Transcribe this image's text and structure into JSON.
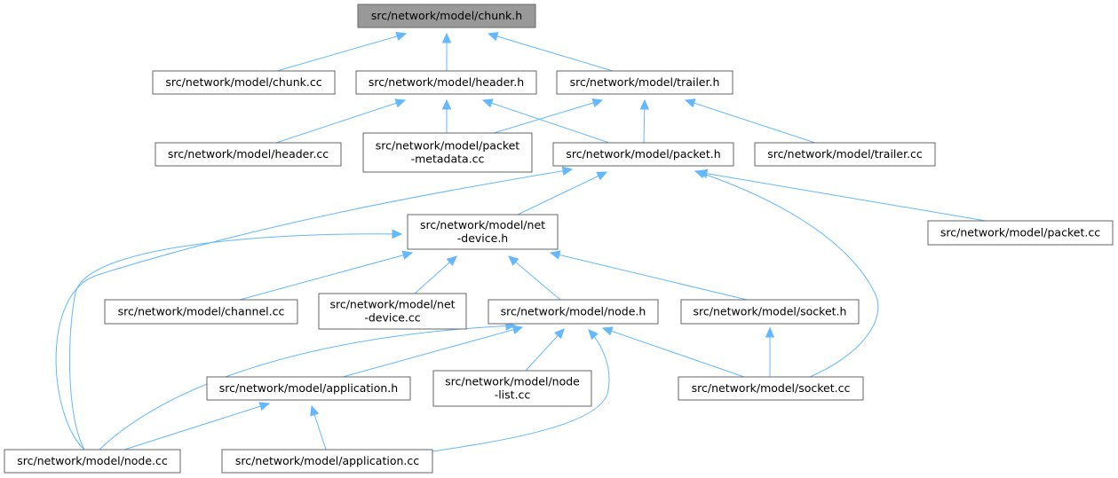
{
  "graph": {
    "nodes": [
      {
        "id": "chunk_h",
        "lines": [
          "src/network/model/chunk.h"
        ],
        "highlight": true
      },
      {
        "id": "chunk_cc",
        "lines": [
          "src/network/model/chunk.cc"
        ]
      },
      {
        "id": "header_h",
        "lines": [
          "src/network/model/header.h"
        ]
      },
      {
        "id": "trailer_h",
        "lines": [
          "src/network/model/trailer.h"
        ]
      },
      {
        "id": "header_cc",
        "lines": [
          "src/network/model/header.cc"
        ]
      },
      {
        "id": "pkt_meta_cc",
        "lines": [
          "src/network/model/packet",
          "-metadata.cc"
        ]
      },
      {
        "id": "packet_h",
        "lines": [
          "src/network/model/packet.h"
        ]
      },
      {
        "id": "trailer_cc",
        "lines": [
          "src/network/model/trailer.cc"
        ]
      },
      {
        "id": "netdev_h",
        "lines": [
          "src/network/model/net",
          "-device.h"
        ]
      },
      {
        "id": "packet_cc",
        "lines": [
          "src/network/model/packet.cc"
        ]
      },
      {
        "id": "channel_cc",
        "lines": [
          "src/network/model/channel.cc"
        ]
      },
      {
        "id": "netdev_cc",
        "lines": [
          "src/network/model/net",
          "-device.cc"
        ]
      },
      {
        "id": "node_h",
        "lines": [
          "src/network/model/node.h"
        ]
      },
      {
        "id": "socket_h",
        "lines": [
          "src/network/model/socket.h"
        ]
      },
      {
        "id": "application_h",
        "lines": [
          "src/network/model/application.h"
        ]
      },
      {
        "id": "nodelist_cc",
        "lines": [
          "src/network/model/node",
          "-list.cc"
        ]
      },
      {
        "id": "socket_cc",
        "lines": [
          "src/network/model/socket.cc"
        ]
      },
      {
        "id": "node_cc",
        "lines": [
          "src/network/model/node.cc"
        ]
      },
      {
        "id": "application_cc",
        "lines": [
          "src/network/model/application.cc"
        ]
      }
    ],
    "edges": [
      {
        "from": "chunk_h",
        "to": "chunk_cc"
      },
      {
        "from": "chunk_h",
        "to": "header_h"
      },
      {
        "from": "chunk_h",
        "to": "trailer_h"
      },
      {
        "from": "header_h",
        "to": "header_cc"
      },
      {
        "from": "header_h",
        "to": "pkt_meta_cc"
      },
      {
        "from": "header_h",
        "to": "packet_h"
      },
      {
        "from": "trailer_h",
        "to": "pkt_meta_cc"
      },
      {
        "from": "trailer_h",
        "to": "packet_h"
      },
      {
        "from": "trailer_h",
        "to": "trailer_cc"
      },
      {
        "from": "packet_h",
        "to": "netdev_h"
      },
      {
        "from": "packet_h",
        "to": "packet_cc"
      },
      {
        "from": "packet_h",
        "to": "node_cc"
      },
      {
        "from": "packet_h",
        "to": "socket_cc"
      },
      {
        "from": "netdev_h",
        "to": "channel_cc"
      },
      {
        "from": "netdev_h",
        "to": "netdev_cc"
      },
      {
        "from": "netdev_h",
        "to": "node_h"
      },
      {
        "from": "netdev_h",
        "to": "socket_h"
      },
      {
        "from": "netdev_h",
        "to": "node_cc"
      },
      {
        "from": "node_h",
        "to": "application_h"
      },
      {
        "from": "node_h",
        "to": "nodelist_cc"
      },
      {
        "from": "node_h",
        "to": "socket_cc"
      },
      {
        "from": "node_h",
        "to": "node_cc"
      },
      {
        "from": "node_h",
        "to": "application_cc"
      },
      {
        "from": "socket_h",
        "to": "socket_cc"
      },
      {
        "from": "application_h",
        "to": "node_cc"
      },
      {
        "from": "application_h",
        "to": "application_cc"
      }
    ]
  },
  "colors": {
    "edge": "#63b8ff",
    "node_border": "#666666",
    "root_fill": "#999999",
    "node_fill": "#ffffff"
  }
}
